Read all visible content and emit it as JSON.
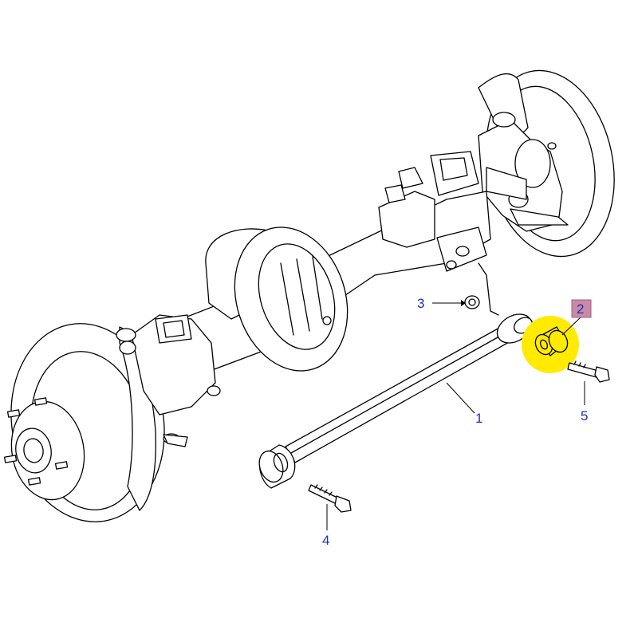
{
  "diagram": {
    "colors": {
      "line_art": "#000000",
      "label_text": "#1f2fbf",
      "highlight_fill": "#ffea00",
      "selected_label_bg": "#c98aa8"
    },
    "callouts": [
      {
        "number": "1",
        "part": "trailing-arm"
      },
      {
        "number": "2",
        "part": "bushing",
        "selected": true
      },
      {
        "number": "3",
        "part": "nut"
      },
      {
        "number": "4",
        "part": "front-bolt"
      },
      {
        "number": "5",
        "part": "rear-bolt"
      }
    ]
  }
}
